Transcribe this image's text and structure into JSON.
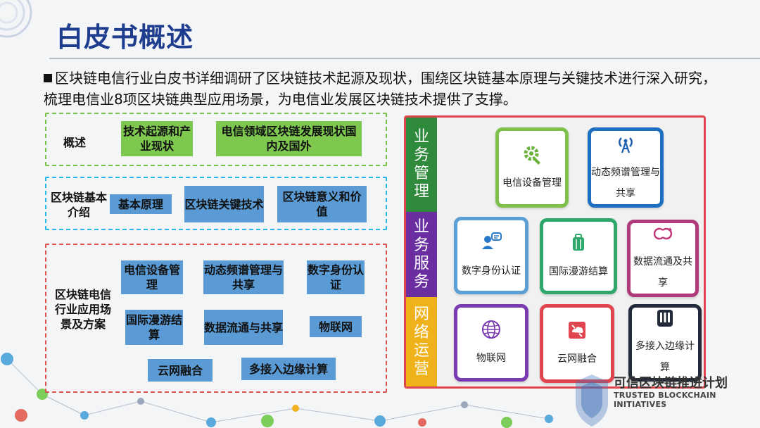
{
  "title": "白皮书概述",
  "intro": "区块链电信行业白皮书详细调研了区块链技术起源及现状，围绕区块链基本原理与关键技术进行深入研究，梳理电信业8项区块链典型应用场景，为电信业发展区块链技术提供了支撑。",
  "colors": {
    "title": "#1f3d8f",
    "green": "#7ec850",
    "blue": "#5b9bd5",
    "panel_border": "#e0454f"
  },
  "left": {
    "overview": {
      "label": "概述",
      "items": [
        "技术起源和产业现状",
        "电信领域区块链发展现状国内及国外"
      ]
    },
    "basics": {
      "label": "区块链基本介绍",
      "items": [
        "基本原理",
        "区块链关键技术",
        "区块链意义和价值"
      ]
    },
    "scenarios": {
      "label": "区块链电信行业应用场景及方案",
      "items": [
        "电信设备管理",
        "动态频谱管理与共享",
        "数字身份认证",
        "国际漫游结算",
        "数据流通与共享",
        "物联网",
        "云网融合",
        "多接入边缘计算"
      ]
    }
  },
  "right": {
    "categories": [
      {
        "label": "业务管理",
        "color": "#2f8a3c"
      },
      {
        "label": "业务服务",
        "color": "#6a2ea0"
      },
      {
        "label": "网络运营",
        "color": "#f0b21a"
      }
    ],
    "cards": [
      {
        "label": "电信设备管理",
        "icon": "gear-wrench-icon",
        "border": "#7dc04b",
        "icon_color": "#6ab23a"
      },
      {
        "label": "动态频谱管理与共享",
        "icon": "antenna-icon",
        "border": "#1f6fc0",
        "icon_color": "#1f5fb0"
      },
      {
        "label": "数字身份认证",
        "icon": "user-chat-icon",
        "border": "#5a9fd6",
        "icon_color": "#2a78c8"
      },
      {
        "label": "国际漫游结算",
        "icon": "luggage-icon",
        "border": "#2ea86a",
        "icon_color": "#2ea86a"
      },
      {
        "label": "数据流通及共享",
        "icon": "refresh-icon",
        "border": "#b03a7a",
        "icon_color": "#c0397a"
      },
      {
        "label": "物联网",
        "icon": "globe-icon",
        "border": "#7a3ab0",
        "icon_color": "#7a3ab0"
      },
      {
        "label": "云网融合",
        "icon": "cloud-network-icon",
        "border": "#e0454f",
        "icon_color": "#e0454f"
      },
      {
        "label": "多接入边缘计算",
        "icon": "server-icon",
        "border": "#232b3a",
        "icon_color": "#232b3a"
      }
    ]
  },
  "brand": {
    "cn": "可信区块链推进计划",
    "en": "TRUSTED BLOCKCHAIN INITIATIVES"
  }
}
